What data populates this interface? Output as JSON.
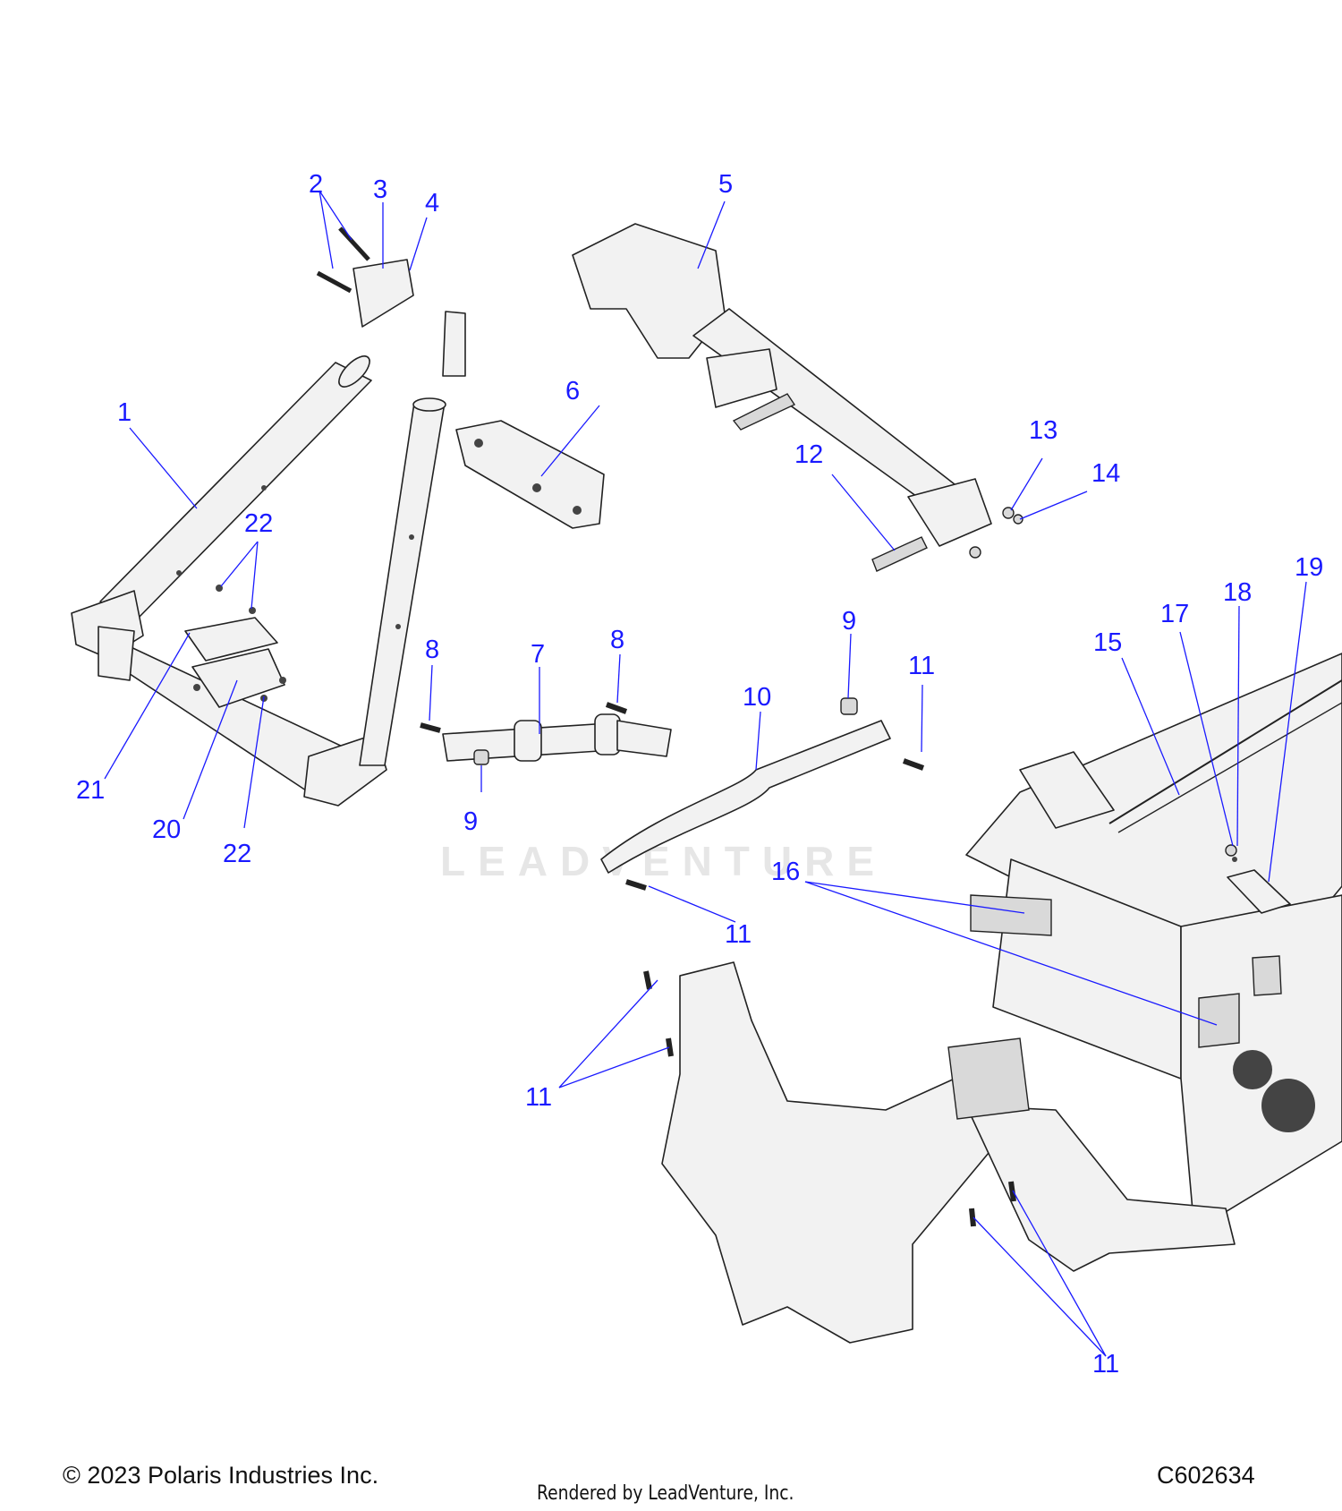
{
  "diagram": {
    "watermark": "LEADVENTURE",
    "callouts": [
      {
        "id": "c1",
        "text": "1"
      },
      {
        "id": "c2",
        "text": "2"
      },
      {
        "id": "c3",
        "text": "3"
      },
      {
        "id": "c4",
        "text": "4"
      },
      {
        "id": "c5",
        "text": "5"
      },
      {
        "id": "c6",
        "text": "6"
      },
      {
        "id": "c7",
        "text": "7"
      },
      {
        "id": "c8a",
        "text": "8"
      },
      {
        "id": "c8b",
        "text": "8"
      },
      {
        "id": "c9a",
        "text": "9"
      },
      {
        "id": "c9b",
        "text": "9"
      },
      {
        "id": "c10",
        "text": "10"
      },
      {
        "id": "c11a",
        "text": "11"
      },
      {
        "id": "c11b",
        "text": "11"
      },
      {
        "id": "c11c",
        "text": "11"
      },
      {
        "id": "c11d",
        "text": "11"
      },
      {
        "id": "c12",
        "text": "12"
      },
      {
        "id": "c13",
        "text": "13"
      },
      {
        "id": "c14",
        "text": "14"
      },
      {
        "id": "c15",
        "text": "15"
      },
      {
        "id": "c16",
        "text": "16"
      },
      {
        "id": "c17",
        "text": "17"
      },
      {
        "id": "c18",
        "text": "18"
      },
      {
        "id": "c19",
        "text": "19"
      },
      {
        "id": "c20",
        "text": "20"
      },
      {
        "id": "c21",
        "text": "21"
      },
      {
        "id": "c22a",
        "text": "22"
      },
      {
        "id": "c22b",
        "text": "22"
      }
    ]
  },
  "footer": {
    "copyright": "© 2023 Polaris Industries Inc.",
    "rendered_by": "Rendered by LeadVenture, Inc.",
    "diagram_code": "C602634"
  },
  "colors": {
    "callout": "#1a1aff",
    "line_art": "#222222",
    "part_fill": "#f2f2f2"
  }
}
